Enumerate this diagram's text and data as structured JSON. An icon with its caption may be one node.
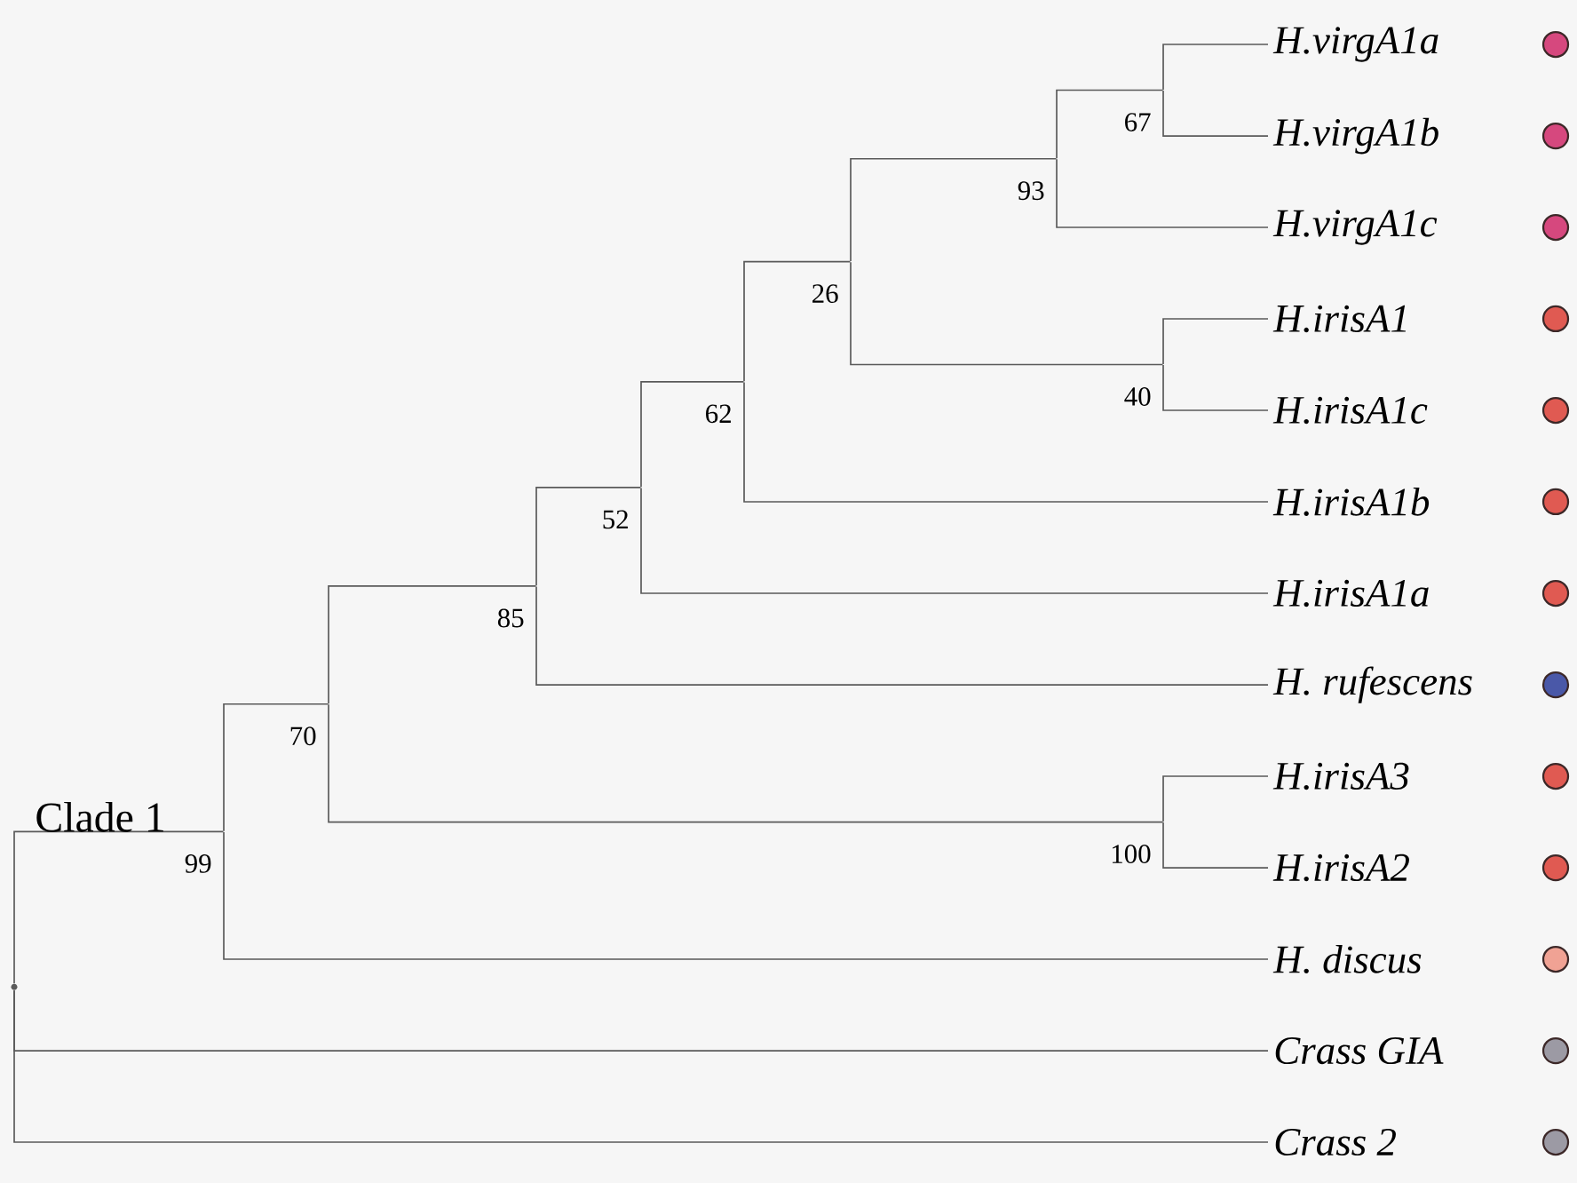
{
  "diagram": {
    "nodes": [
      {
        "text": [
          "H.virgA1a"
        ]
      },
      {
        "text": [
          "H.virgA1b"
        ]
      },
      {
        "text": [
          "H.virgA1c"
        ]
      },
      {
        "text": [
          "H.irisA1"
        ]
      },
      {
        "text": [
          "H.irisA1c"
        ]
      },
      {
        "text": [
          "H.irisA1b"
        ]
      },
      {
        "text": [
          "H.irisA1a"
        ]
      },
      {
        "text": [
          "H. rufescens"
        ]
      },
      {
        "text": [
          "H.irisA3"
        ]
      },
      {
        "text": [
          "H.irisA2"
        ]
      },
      {
        "text": [
          "H. discus"
        ]
      },
      {
        "text": [
          "Crass GIA"
        ]
      },
      {
        "text": [
          "Crass 2"
        ]
      },
      {
        "text": [
          "67"
        ]
      },
      {
        "text": [
          "93"
        ]
      },
      {
        "text": [
          "26"
        ]
      },
      {
        "text": [
          "40"
        ]
      },
      {
        "text": [
          "62"
        ]
      },
      {
        "text": [
          "52"
        ]
      },
      {
        "text": [
          "85"
        ]
      },
      {
        "text": [
          "70"
        ]
      },
      {
        "text": [
          "100"
        ]
      },
      {
        "text": [
          "99"
        ]
      },
      {
        "text": [],
        "shape": "point"
      }
    ],
    "edges": [
      {
        "from": 13,
        "to": 0,
        "arrow": "none"
      },
      {
        "from": 13,
        "to": 1,
        "arrow": "none"
      },
      {
        "from": 14,
        "to": 13,
        "arrow": "none"
      },
      {
        "from": 14,
        "to": 2,
        "arrow": "none"
      },
      {
        "from": 15,
        "to": 14,
        "arrow": "none"
      },
      {
        "from": 15,
        "to": 16,
        "arrow": "none"
      },
      {
        "from": 16,
        "to": 3,
        "arrow": "none"
      },
      {
        "from": 16,
        "to": 4,
        "arrow": "none"
      },
      {
        "from": 17,
        "to": 15,
        "arrow": "none"
      },
      {
        "from": 17,
        "to": 5,
        "arrow": "none"
      },
      {
        "from": 18,
        "to": 17,
        "arrow": "none"
      },
      {
        "from": 18,
        "to": 6,
        "arrow": "none"
      },
      {
        "from": 19,
        "to": 18,
        "arrow": "none"
      },
      {
        "from": 19,
        "to": 7,
        "arrow": "none"
      },
      {
        "from": 20,
        "to": 19,
        "arrow": "none"
      },
      {
        "from": 20,
        "to": 21,
        "arrow": "none"
      },
      {
        "from": 21,
        "to": 8,
        "arrow": "none"
      },
      {
        "from": 21,
        "to": 9,
        "arrow": "none"
      },
      {
        "from": 22,
        "to": 20,
        "arrow": "none"
      },
      {
        "from": 22,
        "to": 10,
        "arrow": "none"
      },
      {
        "from": 23,
        "to": 22,
        "arrow": "none"
      },
      {
        "from": 23,
        "to": 11,
        "arrow": "none"
      },
      {
        "from": 23,
        "to": 12,
        "arrow": "none"
      }
    ],
    "labels": [
      "Clade 1"
    ]
  }
}
